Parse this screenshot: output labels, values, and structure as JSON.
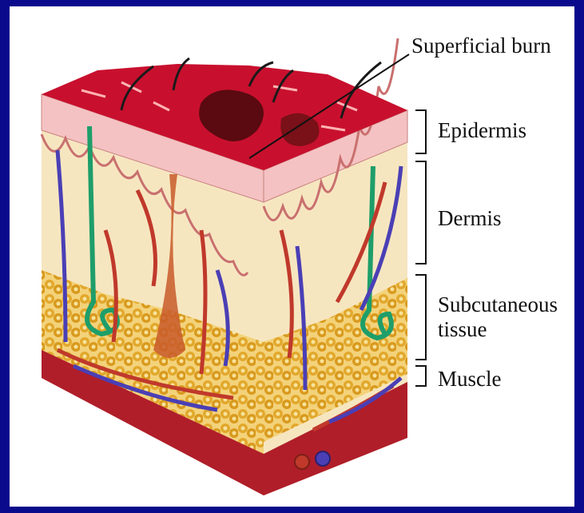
{
  "diagram": {
    "title": "Superficial burn",
    "layers": [
      {
        "id": "epidermis",
        "label": "Epidermis"
      },
      {
        "id": "dermis",
        "label": "Dermis"
      },
      {
        "id": "subcutaneous",
        "label": "Subcutaneous\ntissue"
      },
      {
        "id": "muscle",
        "label": "Muscle"
      }
    ]
  },
  "colors": {
    "border": "#0a0a8c",
    "burn": "#c8102e",
    "epidermis": "#f4c2c2",
    "dermis": "#f6e6c0",
    "fat": "#e7b53a",
    "muscle": "#b01e2a",
    "artery": "#c0392b",
    "vein": "#4a3fb5",
    "gland": "#1e9e6a"
  }
}
